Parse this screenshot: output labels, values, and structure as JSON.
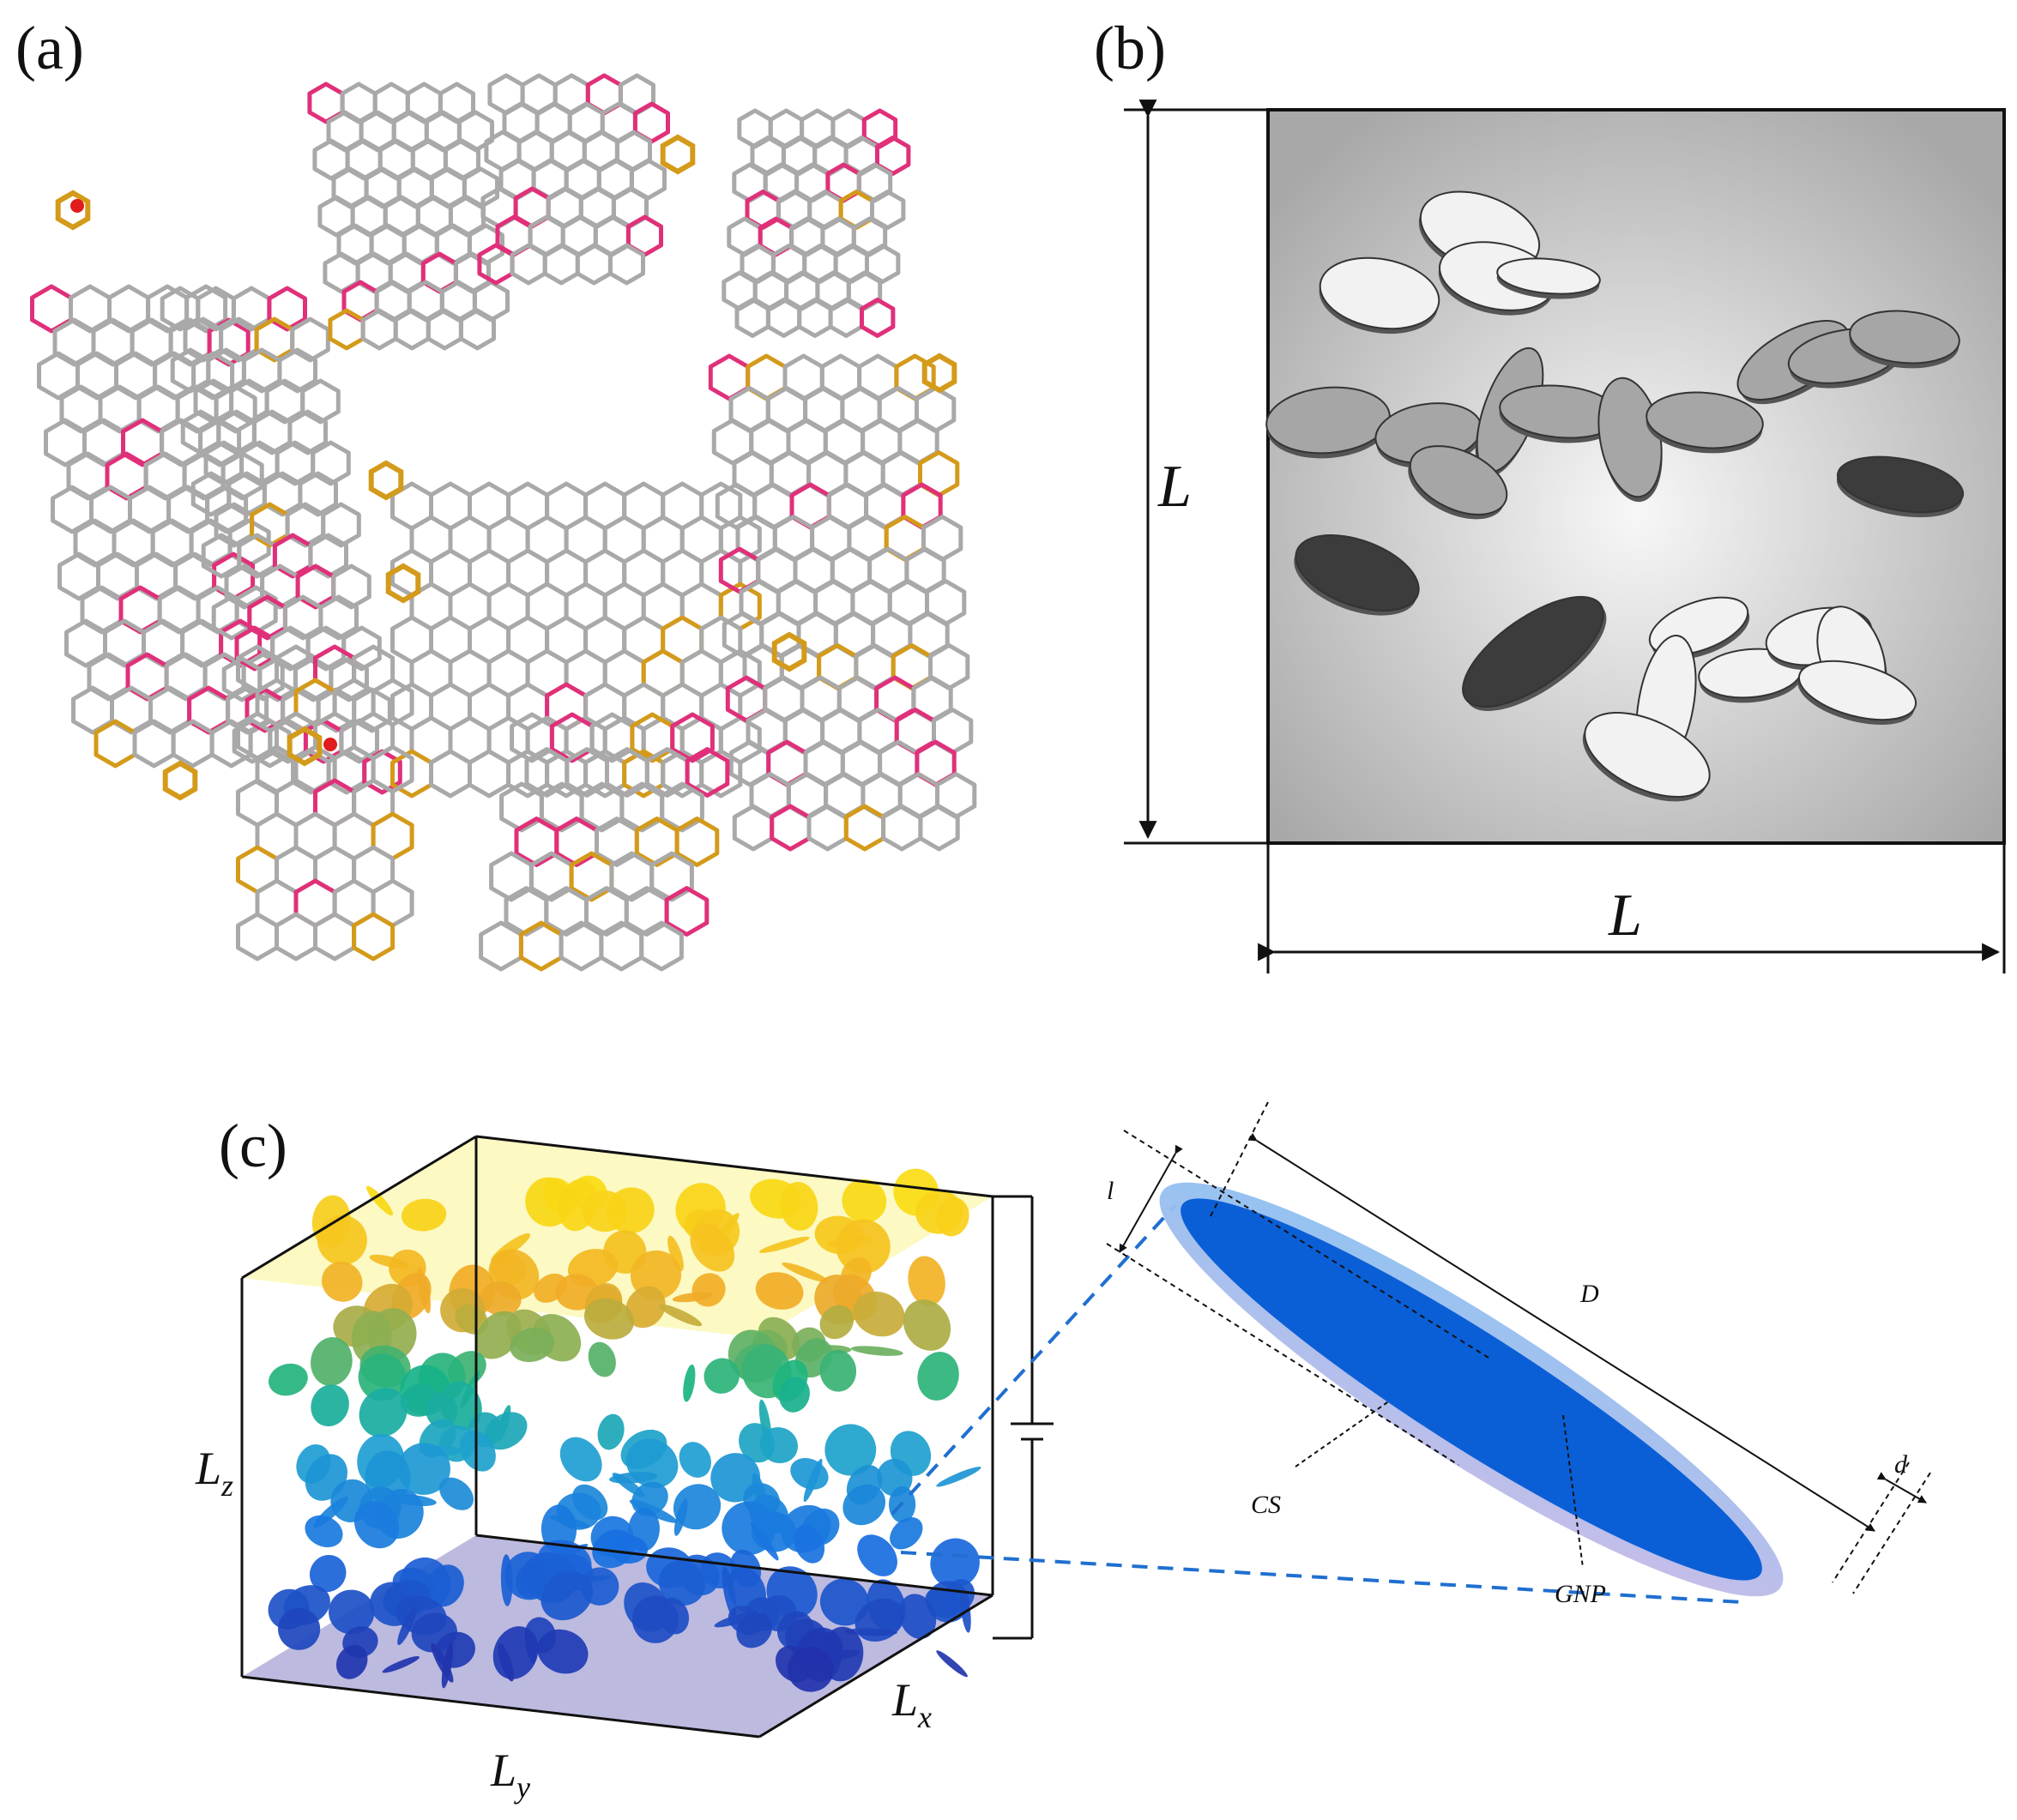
{
  "panels": {
    "a": {
      "label": "(a)"
    },
    "b": {
      "label": "(b)",
      "side_label_vertical": "L",
      "side_label_horizontal": "L"
    },
    "c": {
      "label": "(c)",
      "axis_z": "L",
      "axis_z_sub": "z",
      "axis_y": "L",
      "axis_y_sub": "y",
      "axis_x": "L",
      "axis_x_sub": "x",
      "dim_D": "D",
      "dim_l": "l",
      "dim_d": "d",
      "part_cs": "CS",
      "part_gnp": "GNP"
    }
  },
  "colors": {
    "bond_gray": "#a9a9a9",
    "oxygen_pink": "#e0307a",
    "sulfur_gold": "#d49a1a",
    "disk_white": "#f2f2f2",
    "disk_gray": "#a6a6a6",
    "disk_dark": "#3c3c3c",
    "gnp_blue": "#0a5fd6",
    "cs_shell": "#a9b8ec",
    "top_face": "#fbf8b8",
    "bottom_face": "#b6b3dd"
  }
}
